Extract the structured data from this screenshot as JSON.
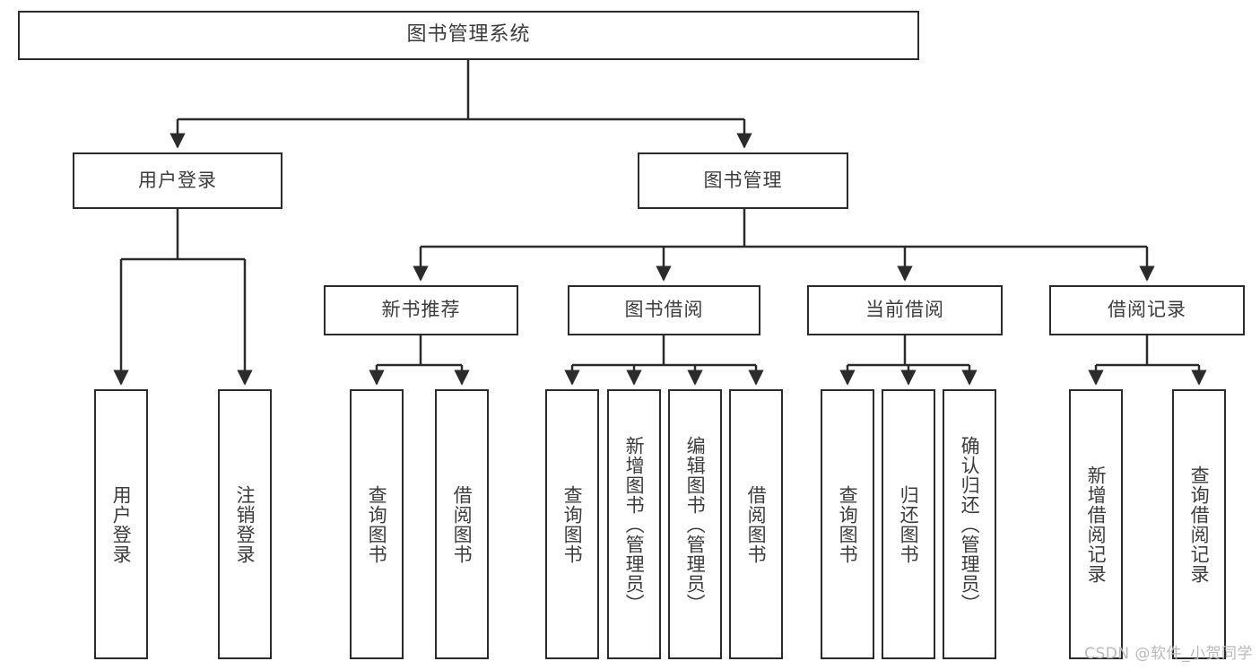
{
  "diagram": {
    "title": "图书管理系统",
    "type": "tree-hierarchy-chart",
    "root": {
      "label": "图书管理系统"
    },
    "level1": [
      {
        "label": "用户登录"
      },
      {
        "label": "图书管理"
      }
    ],
    "level2": [
      {
        "label": "新书推荐"
      },
      {
        "label": "图书借阅"
      },
      {
        "label": "当前借阅"
      },
      {
        "label": "借阅记录"
      }
    ],
    "leaves": {
      "user_login": [
        {
          "label": "用户登录"
        },
        {
          "label": "注销登录"
        }
      ],
      "new_book_recommend": [
        {
          "label": "查询图书"
        },
        {
          "label": "借阅图书"
        }
      ],
      "book_borrow": [
        {
          "label": "查询图书"
        },
        {
          "label": "新增图书（管理员）"
        },
        {
          "label": "编辑图书（管理员）"
        },
        {
          "label": "借阅图书"
        }
      ],
      "current_borrow": [
        {
          "label": "查询图书"
        },
        {
          "label": "归还图书"
        },
        {
          "label": "确认归还（管理员）"
        }
      ],
      "borrow_record": [
        {
          "label": "新增借阅记录"
        },
        {
          "label": "查询借阅记录"
        }
      ]
    }
  },
  "watermark": {
    "text": "CSDN @软件_小贺同学"
  },
  "colors": {
    "border": "#2b2b2b",
    "text": "#3c3c3c",
    "background": "#ffffff",
    "watermark": "#b9b9b9"
  }
}
